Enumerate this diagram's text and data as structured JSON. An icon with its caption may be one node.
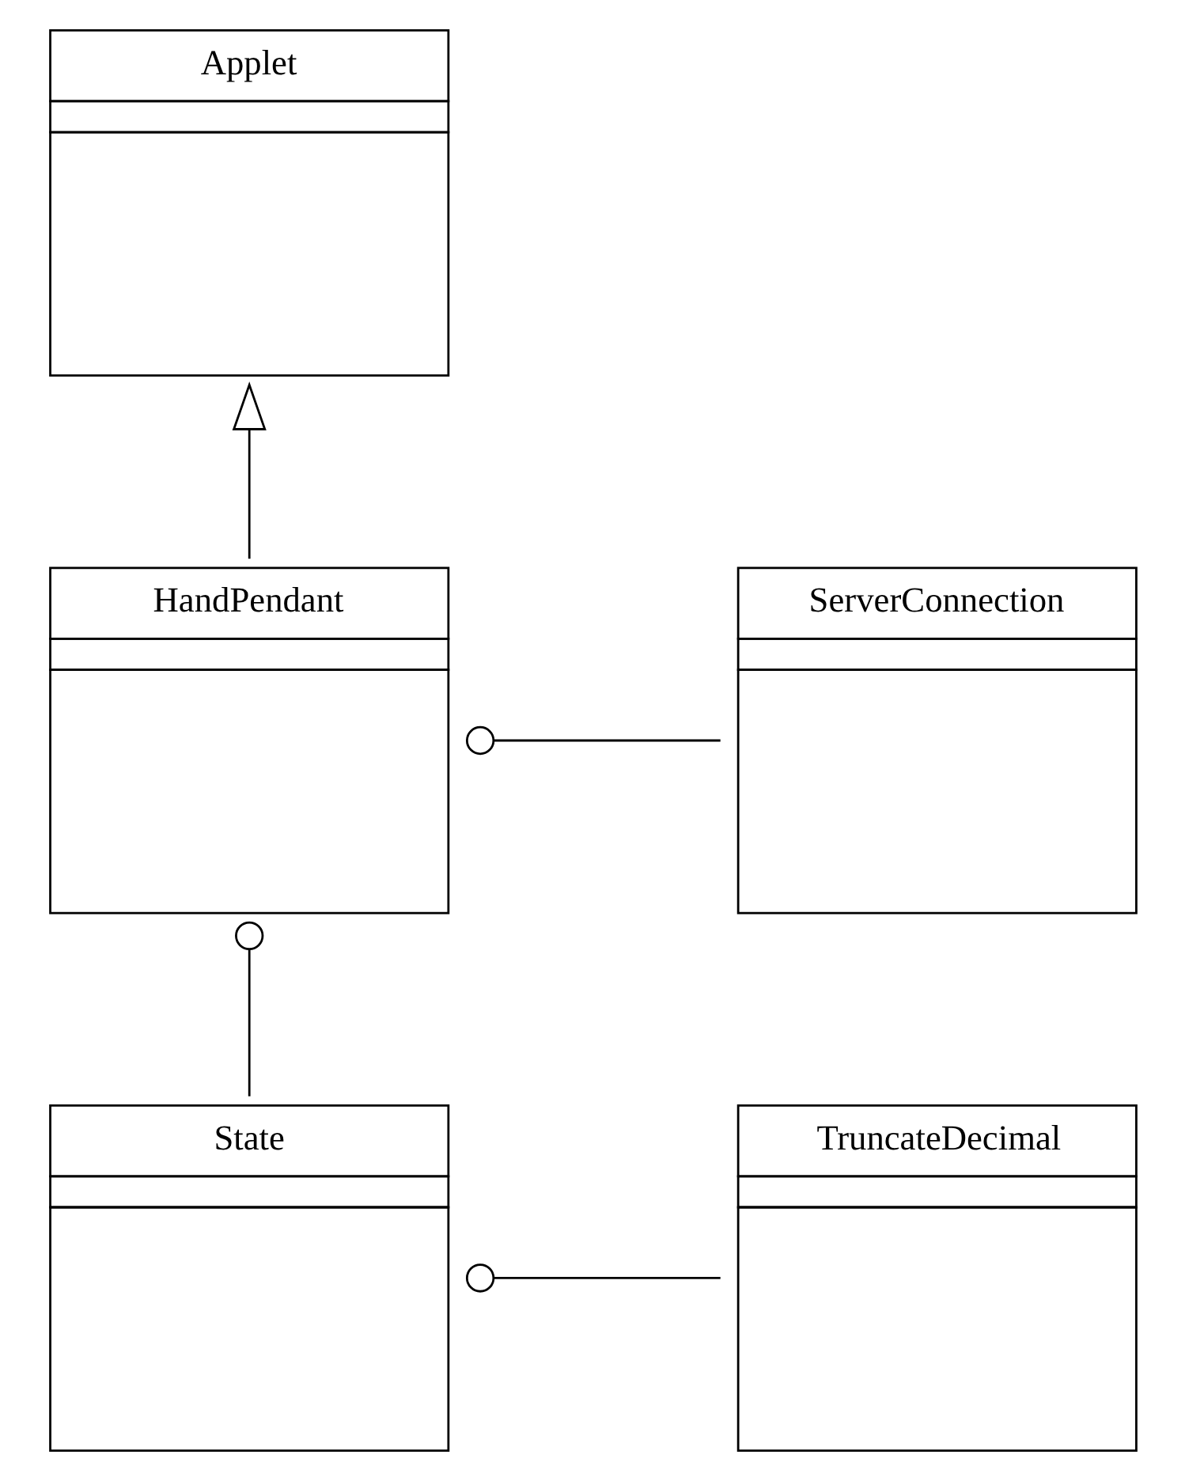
{
  "diagram": {
    "nodes": [
      {
        "text": [
          "Applet"
        ]
      },
      {
        "text": [
          "HandPendant"
        ]
      },
      {
        "text": [
          "ServerConnection"
        ]
      },
      {
        "text": [
          "State"
        ]
      },
      {
        "text": [
          "TruncateDecimal"
        ]
      }
    ],
    "edges": [
      {
        "from": 1,
        "to": 0,
        "arrow": "to"
      },
      {
        "from": 1,
        "to": 2,
        "arrow": "other"
      },
      {
        "from": 1,
        "to": 3,
        "arrow": "other"
      },
      {
        "from": 3,
        "to": 4,
        "arrow": "other"
      }
    ]
  }
}
